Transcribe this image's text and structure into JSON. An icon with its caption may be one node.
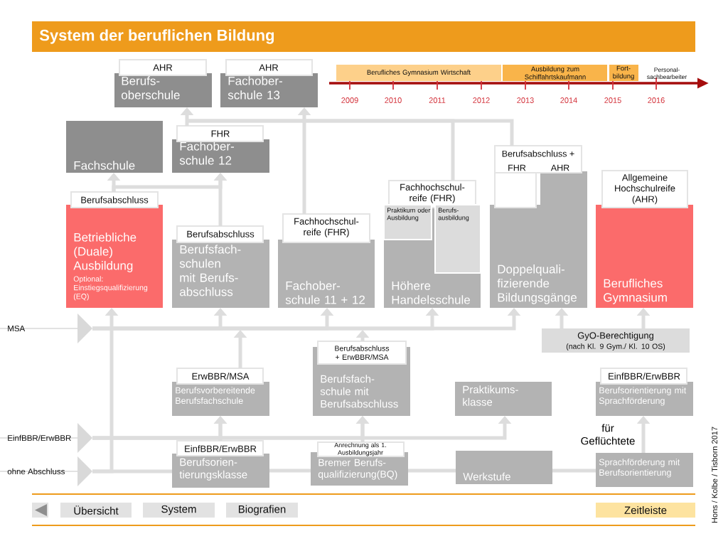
{
  "diagram": {
    "title": "System der beruflichen Bildung",
    "nodes": [
      {
        "text": [
          "AHR",
          "Berufs- oberschule"
        ]
      },
      {
        "text": [
          "AHR",
          "Fachober- schule 13"
        ]
      },
      {
        "text": [
          "Fachschule"
        ]
      },
      {
        "text": [
          "FHR",
          "Fachober- schule 12"
        ]
      },
      {
        "text": [
          "Berufsabschluss",
          "Betriebliche (Duale) Ausbildung",
          "Optional: Einstiegsqualifizierung (EQ)"
        ]
      },
      {
        "text": [
          "Berufsabschluss",
          "Berufsfach- schulen mit Berufs- abschluss"
        ]
      },
      {
        "text": [
          "Fachhochschul- reife (FHR)",
          "Fachober- schule 11 + 12"
        ]
      },
      {
        "text": [
          "Fachhochschul- reife (FHR)",
          "Höhere Handelsschule"
        ]
      },
      {
        "text": [
          "Praktikum oder Ausbildung"
        ],
        "in": 7
      },
      {
        "text": [
          "Berufs- ausbildung"
        ],
        "in": 7
      },
      {
        "text": [
          "Berufsabschluss +",
          "FHR",
          "AHR",
          "Doppelquali- fizierende Bildungsgänge"
        ]
      },
      {
        "text": [
          "Allgemeine Hochschulreife (AHR)",
          "Berufliches Gymnasium"
        ]
      },
      {
        "text": [
          "MSA"
        ]
      },
      {
        "text": [
          "GyO-Berechtigung",
          "(nach Kl. 9 Gym./  Kl. 10 OS)"
        ]
      },
      {
        "text": [
          "ErwBBR/MSA",
          "Berufsvorbereitende Berufsfachschule"
        ]
      },
      {
        "text": [
          "Berufsabschluss + ErwBBR/MSA",
          "Berufsfach- schule mit Berufsabschluss"
        ]
      },
      {
        "text": [
          "Praktikums- klasse"
        ]
      },
      {
        "text": [
          "EinfBBR/ErwBBR",
          "Berufsorientierung mit Sprachförderung"
        ]
      },
      {
        "text": [
          "EinfBBR/ErwBBR"
        ]
      },
      {
        "text": [
          "ohne Abschluss"
        ]
      },
      {
        "text": [
          "EinfBBR/ErwBBR",
          "Berufsorien- tierungsklasse"
        ]
      },
      {
        "text": [
          "Anrechnung als 1. Ausbildungsjahr",
          "Bremer Berufs- qualifizierung(BQ)"
        ]
      },
      {
        "text": [
          "Werkstufe"
        ]
      },
      {
        "text": [
          "Sprachförderung mit Berufsorientierung"
        ]
      },
      {
        "text": [
          "Berufliches Gymnasium Wirtschaft"
        ]
      },
      {
        "text": [
          "Ausbildung zum Schiffahrtskaufmann"
        ]
      },
      {
        "text": [
          "Fort- bildung"
        ]
      }
    ],
    "edges": [
      {
        "from": 3,
        "to": 0,
        "arrow": "to"
      },
      {
        "from": 7,
        "to": 0,
        "arrow": "to"
      },
      {
        "from": 10,
        "to": 0,
        "arrow": "to"
      },
      {
        "from": 6,
        "to": 1,
        "arrow": "to"
      },
      {
        "from": 4,
        "to": 2,
        "arrow": "to"
      },
      {
        "from": 4,
        "to": 3,
        "arrow": "to"
      },
      {
        "from": 5,
        "to": 3,
        "arrow": "to"
      },
      {
        "from": 19,
        "to": 4,
        "arrow": "to"
      },
      {
        "from": 12,
        "to": 5,
        "arrow": "to"
      },
      {
        "from": 12,
        "to": 6,
        "arrow": "to"
      },
      {
        "from": 12,
        "to": 7,
        "arrow": "to"
      },
      {
        "from": 12,
        "to": 10,
        "arrow": "to"
      },
      {
        "from": 13,
        "to": 10,
        "arrow": "to"
      },
      {
        "from": 13,
        "to": 11,
        "arrow": "to"
      },
      {
        "from": 14,
        "to": null,
        "arrow": "to"
      },
      {
        "from": 15,
        "to": null,
        "arrow": "to"
      },
      {
        "from": 18,
        "to": 14,
        "arrow": "to"
      },
      {
        "from": 18,
        "to": 15,
        "arrow": "to"
      },
      {
        "from": 18,
        "to": 16,
        "arrow": "to"
      },
      {
        "from": 20,
        "to": 14,
        "arrow": "to"
      },
      {
        "from": 21,
        "to": 15,
        "arrow": "to"
      },
      {
        "from": 23,
        "to": 17,
        "arrow": "to",
        "label": "für Geflüchtete"
      },
      {
        "from": 19,
        "to": 20,
        "arrow": "none"
      },
      {
        "from": 20,
        "to": 21,
        "arrow": "none"
      },
      {
        "from": 21,
        "to": 22,
        "arrow": "none"
      },
      {
        "from": 22,
        "to": 23,
        "arrow": "none"
      }
    ],
    "labels": [
      "Personal- sachbearbeiter",
      "2009",
      "2010",
      "2011",
      "2012",
      "2013",
      "2014",
      "2015",
      "2016",
      "Übersicht",
      "System",
      "Biografien",
      "Zeitleiste",
      "Hons / Kolbe / Tisborn 2017"
    ]
  }
}
